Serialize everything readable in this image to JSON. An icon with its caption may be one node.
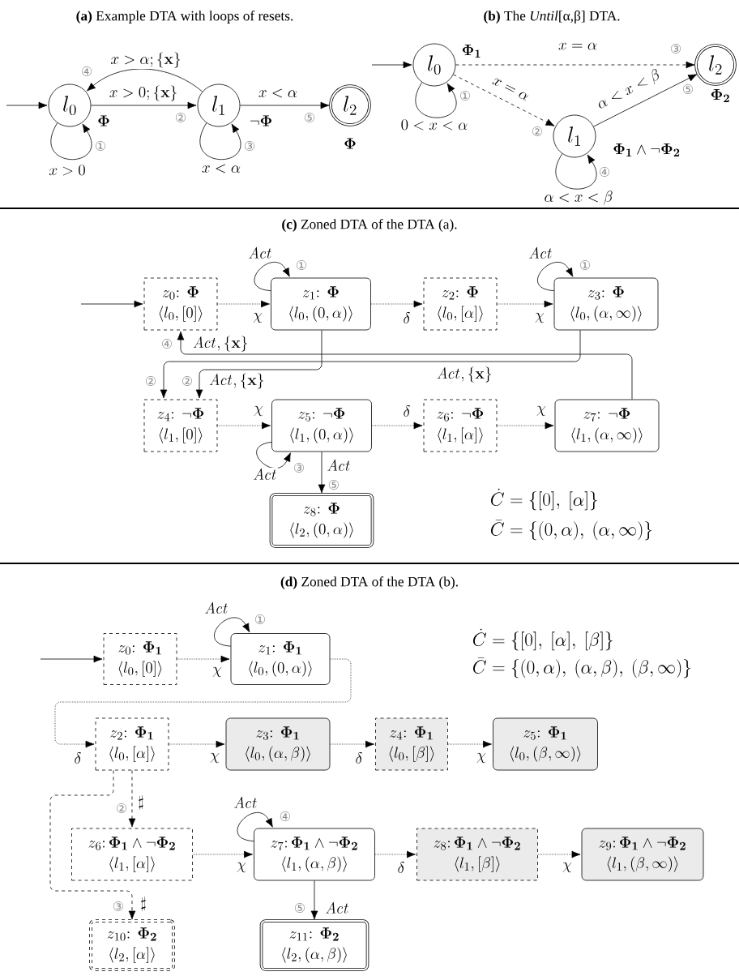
{
  "diagram": {
    "nodes": [
      {
        "text": [
          "l_0"
        ],
        "beside": [
          "\\mathbf{\\Phi}"
        ]
      },
      {
        "text": [
          "l_1"
        ],
        "beside": [
          "\\neg\\mathbf{\\Phi}"
        ]
      },
      {
        "text": [
          "l_2"
        ],
        "beside": [
          "\\mathbf{\\Phi}"
        ]
      },
      {
        "text": [
          "l_0"
        ],
        "beside": [
          "\\mathbf{\\Phi_1}"
        ]
      },
      {
        "text": [
          "l_1"
        ],
        "beside": [
          "\\mathbf{\\Phi_1}\\wedge\\neg\\mathbf{\\Phi_2}"
        ]
      },
      {
        "text": [
          "l_2"
        ],
        "beside": [
          "\\mathbf{\\Phi_2}"
        ]
      },
      {
        "text": [
          "z_0\\colon\\ \\mathbf{\\Phi}",
          "\\langle l_0,[0]\\rangle"
        ]
      },
      {
        "text": [
          "z_1\\colon\\ \\mathbf{\\Phi}",
          "\\langle l_0,(0,\\alpha)\\rangle"
        ]
      },
      {
        "text": [
          "z_2\\colon\\ \\mathbf{\\Phi}",
          "\\langle l_0,[\\alpha]\\rangle"
        ]
      },
      {
        "text": [
          "z_3\\colon\\ \\mathbf{\\Phi}",
          "\\langle l_0,(\\alpha,\\infty)\\rangle"
        ]
      },
      {
        "text": [
          "z_4\\colon\\ \\neg\\mathbf{\\Phi}",
          "\\langle l_1,[0]\\rangle"
        ]
      },
      {
        "text": [
          "z_5\\colon\\ \\neg\\mathbf{\\Phi}",
          "\\langle l_1,(0,\\alpha)\\rangle"
        ]
      },
      {
        "text": [
          "z_6\\colon\\ \\neg\\mathbf{\\Phi}",
          "\\langle l_1,[\\alpha]\\rangle"
        ]
      },
      {
        "text": [
          "z_7\\colon\\ \\neg\\mathbf{\\Phi}",
          "\\langle l_1,(\\alpha,\\infty)\\rangle"
        ]
      },
      {
        "text": [
          "z_8\\colon\\ \\mathbf{\\Phi}",
          "\\langle l_2,(0,\\alpha)\\rangle"
        ]
      },
      {
        "text": [
          "z_0\\colon\\ \\mathbf{\\Phi_1}",
          "\\langle l_0,[0]\\rangle"
        ]
      },
      {
        "text": [
          "z_1\\colon\\ \\mathbf{\\Phi_1}",
          "\\langle l_0,(0,\\alpha)\\rangle"
        ]
      },
      {
        "text": [
          "z_2\\colon\\ \\mathbf{\\Phi_1}",
          "\\langle l_0,[\\alpha]\\rangle"
        ]
      },
      {
        "text": [
          "z_3\\colon\\ \\mathbf{\\Phi_1}",
          "\\langle l_0,(\\alpha,\\beta)\\rangle"
        ]
      },
      {
        "text": [
          "z_4\\colon\\ \\mathbf{\\Phi_1}",
          "\\langle l_0,[\\beta]\\rangle"
        ]
      },
      {
        "text": [
          "z_5\\colon\\ \\mathbf{\\Phi_1}",
          "\\langle l_0,(\\beta,\\infty)\\rangle"
        ]
      },
      {
        "text": [
          "z_6\\colon\\mathbf{\\Phi_1}\\wedge\\neg\\mathbf{\\Phi_2}",
          "\\langle l_1,[\\alpha]\\rangle"
        ]
      },
      {
        "text": [
          "z_7\\colon\\mathbf{\\Phi_1}\\wedge\\neg\\mathbf{\\Phi_2}",
          "\\langle l_1,(\\alpha,\\beta)\\rangle"
        ]
      },
      {
        "text": [
          "z_8\\colon\\mathbf{\\Phi_1}\\wedge\\neg\\mathbf{\\Phi_2}",
          "\\langle l_1,[\\beta]\\rangle"
        ]
      },
      {
        "text": [
          "z_9\\colon\\mathbf{\\Phi_1}\\wedge\\neg\\mathbf{\\Phi_2}",
          "\\langle l_1,(\\beta,\\infty)\\rangle"
        ]
      },
      {
        "text": [
          "z_{10}\\colon\\ \\mathbf{\\Phi_2}",
          "\\langle l_2,[\\alpha]\\rangle"
        ]
      },
      {
        "text": [
          "z_{11}\\colon\\ \\mathbf{\\Phi_2}",
          "\\langle l_2,(\\alpha,\\beta)\\rangle"
        ]
      }
    ],
    "edges": [
      {
        "from": null,
        "to": 0,
        "arrow": "to"
      },
      {
        "from": 0,
        "to": 0,
        "arrow": "to",
        "label": "x>0"
      },
      {
        "from": 0,
        "to": 1,
        "arrow": "to",
        "label": "x>0;\\{\\mathbf{x}\\}"
      },
      {
        "from": 1,
        "to": 0,
        "arrow": "to",
        "label": "x>\\alpha;\\{\\mathbf{x}\\}"
      },
      {
        "from": 1,
        "to": 1,
        "arrow": "to",
        "label": "x<\\alpha"
      },
      {
        "from": 1,
        "to": 2,
        "arrow": "to",
        "label": "x<\\alpha"
      },
      {
        "from": null,
        "to": 3,
        "arrow": "to"
      },
      {
        "from": 3,
        "to": 3,
        "arrow": "to",
        "label": "0<x<\\alpha"
      },
      {
        "from": 3,
        "to": 5,
        "arrow": "to",
        "label": "x=\\alpha",
        "style": "dashed"
      },
      {
        "from": 3,
        "to": 4,
        "arrow": "to",
        "label": "x=\\alpha",
        "style": "dashed"
      },
      {
        "from": 4,
        "to": 5,
        "arrow": "to",
        "label": "\\alpha<x<\\beta"
      },
      {
        "from": 4,
        "to": 4,
        "arrow": "to",
        "label": "\\alpha<x<\\beta"
      },
      {
        "from": null,
        "to": 6,
        "arrow": "to"
      },
      {
        "from": 6,
        "to": 7,
        "arrow": "to",
        "label": "\\chi",
        "style": "dashed"
      },
      {
        "from": 7,
        "to": 7,
        "arrow": "to",
        "label": "\\mathit{Act}"
      },
      {
        "from": 7,
        "to": 8,
        "arrow": "to",
        "label": "\\delta",
        "style": "dashed"
      },
      {
        "from": 8,
        "to": 9,
        "arrow": "to",
        "label": "\\chi",
        "style": "dashed"
      },
      {
        "from": 9,
        "to": 9,
        "arrow": "to",
        "label": "\\mathit{Act}"
      },
      {
        "from": 13,
        "to": 6,
        "arrow": "to",
        "label": "\\mathit{Act},\\{\\mathbf{x}\\}"
      },
      {
        "from": 9,
        "to": 10,
        "arrow": "to",
        "label": "\\mathit{Act},\\{\\mathbf{x}\\}"
      },
      {
        "from": 7,
        "to": 10,
        "arrow": "to",
        "label": "\\mathit{Act},\\{\\mathbf{x}\\}"
      },
      {
        "from": 10,
        "to": 11,
        "arrow": "to",
        "label": "\\chi",
        "style": "dashed"
      },
      {
        "from": 11,
        "to": 12,
        "arrow": "to",
        "label": "\\delta",
        "style": "dashed"
      },
      {
        "from": 12,
        "to": 13,
        "arrow": "to",
        "label": "\\chi",
        "style": "dashed"
      },
      {
        "from": 11,
        "to": 11,
        "arrow": "to",
        "label": "\\mathit{Act}"
      },
      {
        "from": 11,
        "to": 14,
        "arrow": "to",
        "label": "\\mathit{Act}"
      },
      {
        "from": null,
        "to": 15,
        "arrow": "to"
      },
      {
        "from": 15,
        "to": 16,
        "arrow": "to",
        "label": "\\chi",
        "style": "dashed"
      },
      {
        "from": 16,
        "to": 16,
        "arrow": "to",
        "label": "\\mathit{Act}"
      },
      {
        "from": 16,
        "to": 17,
        "arrow": "to",
        "label": "\\delta",
        "style": "dashed"
      },
      {
        "from": 17,
        "to": 18,
        "arrow": "to",
        "label": "\\chi",
        "style": "dashed"
      },
      {
        "from": 18,
        "to": 19,
        "arrow": "to",
        "label": "\\delta",
        "style": "dashed"
      },
      {
        "from": 19,
        "to": 20,
        "arrow": "to",
        "label": "\\chi",
        "style": "dashed"
      },
      {
        "from": 17,
        "to": 21,
        "arrow": "to",
        "label": "\\sharp",
        "style": "dashed"
      },
      {
        "from": 17,
        "to": 25,
        "arrow": "to",
        "label": "\\sharp",
        "style": "dashed"
      },
      {
        "from": 21,
        "to": 22,
        "arrow": "to",
        "label": "\\chi",
        "style": "dashed"
      },
      {
        "from": 22,
        "to": 23,
        "arrow": "to",
        "label": "\\delta",
        "style": "dashed"
      },
      {
        "from": 23,
        "to": 24,
        "arrow": "to",
        "label": "\\chi",
        "style": "dashed"
      },
      {
        "from": 22,
        "to": 22,
        "arrow": "to",
        "label": "\\mathit{Act}"
      },
      {
        "from": 22,
        "to": 26,
        "arrow": "to",
        "label": "\\mathit{Act}"
      }
    ],
    "labels": [
      "**(a)** Example DTA with loops of resets.",
      "**(b)** The *Until*[α,β] DTA.",
      "④",
      "②",
      "⑤",
      "①",
      "③",
      "③",
      "①",
      "②",
      "⑤",
      "④",
      "**(c)** Zoned DTA of the DTA (a).",
      "①",
      "①",
      "④",
      "②",
      "②",
      "③",
      "⑤",
      "\\dot{C}=\\{[0],\\ [\\alpha]\\}",
      "\\bar{C}=\\{(0,\\alpha),\\ (\\alpha,\\infty)\\}",
      "**(d)** Zoned DTA of the DTA (b).",
      "①",
      "\\dot{C}=\\{[0],\\ [\\alpha],\\ [\\beta]\\}",
      "\\bar{C}=\\{(0,\\alpha),\\ (\\alpha,\\beta),\\ (\\beta,\\infty)\\}",
      "②",
      "④",
      "③",
      "⑤"
    ]
  }
}
